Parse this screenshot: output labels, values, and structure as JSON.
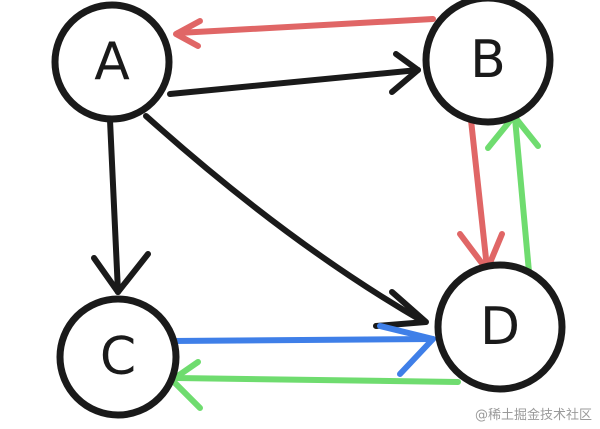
{
  "diagram": {
    "nodes": [
      {
        "id": "A",
        "label": "A"
      },
      {
        "id": "B",
        "label": "B"
      },
      {
        "id": "C",
        "label": "C"
      },
      {
        "id": "D",
        "label": "D"
      }
    ],
    "edges": [
      {
        "from": "B",
        "to": "A",
        "color": "#e06666"
      },
      {
        "from": "A",
        "to": "B",
        "color": "#1a1a1a"
      },
      {
        "from": "A",
        "to": "C",
        "color": "#1a1a1a"
      },
      {
        "from": "A",
        "to": "D",
        "color": "#1a1a1a"
      },
      {
        "from": "B",
        "to": "D",
        "color": "#e06666"
      },
      {
        "from": "D",
        "to": "B",
        "color": "#6fdc6f"
      },
      {
        "from": "C",
        "to": "D",
        "color": "#3f7fe8"
      },
      {
        "from": "D",
        "to": "C",
        "color": "#6fdc6f"
      }
    ]
  },
  "watermark": "@稀土掘金技术社区"
}
